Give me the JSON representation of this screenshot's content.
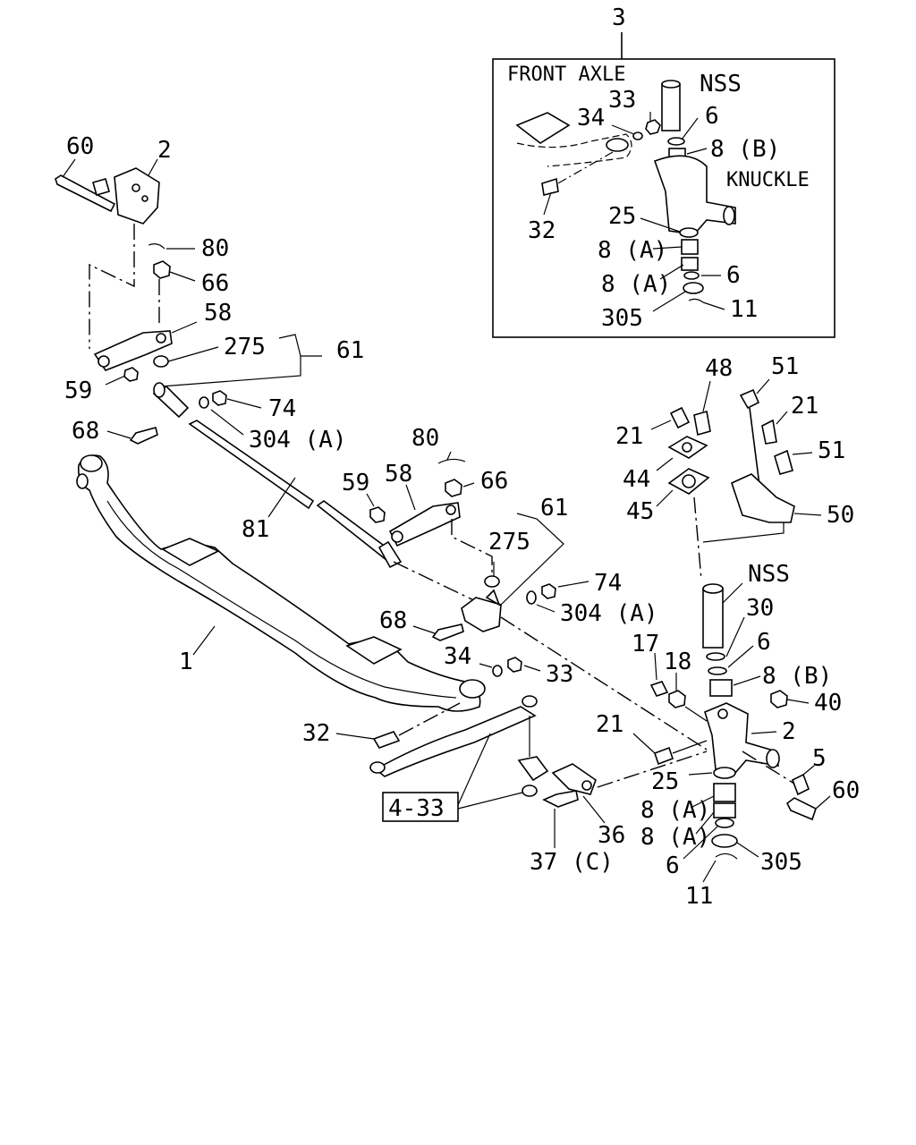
{
  "inset": {
    "ref": "3",
    "front_axle": "FRONT AXLE",
    "knuckle": "KNUCKLE",
    "nss": "NSS",
    "labels": [
      "33",
      "34",
      "6",
      "8 (B)",
      "32",
      "25",
      "8 (A)",
      "8 (A)",
      "6",
      "305",
      "11"
    ]
  },
  "main": {
    "upper_left": [
      "60",
      "2",
      "80",
      "66",
      "58",
      "275",
      "61",
      "59",
      "74",
      "68",
      "304 (A)"
    ],
    "tie_rod": [
      "81",
      "80",
      "59",
      "58",
      "66",
      "61",
      "275",
      "74",
      "68",
      "304 (A)"
    ],
    "axle": [
      "1",
      "34",
      "33",
      "32"
    ],
    "right": [
      "48",
      "51",
      "21",
      "21",
      "51",
      "44",
      "45",
      "50",
      "NSS",
      "30",
      "6",
      "8 (B)",
      "17",
      "18",
      "40",
      "2",
      "21",
      "5",
      "25",
      "60",
      "8 (A)",
      "8 (A)",
      "6",
      "305",
      "11"
    ],
    "drag_link": {
      "boxed_ref": "4-33"
    },
    "bottom": [
      "36",
      "37 (C)"
    ]
  }
}
